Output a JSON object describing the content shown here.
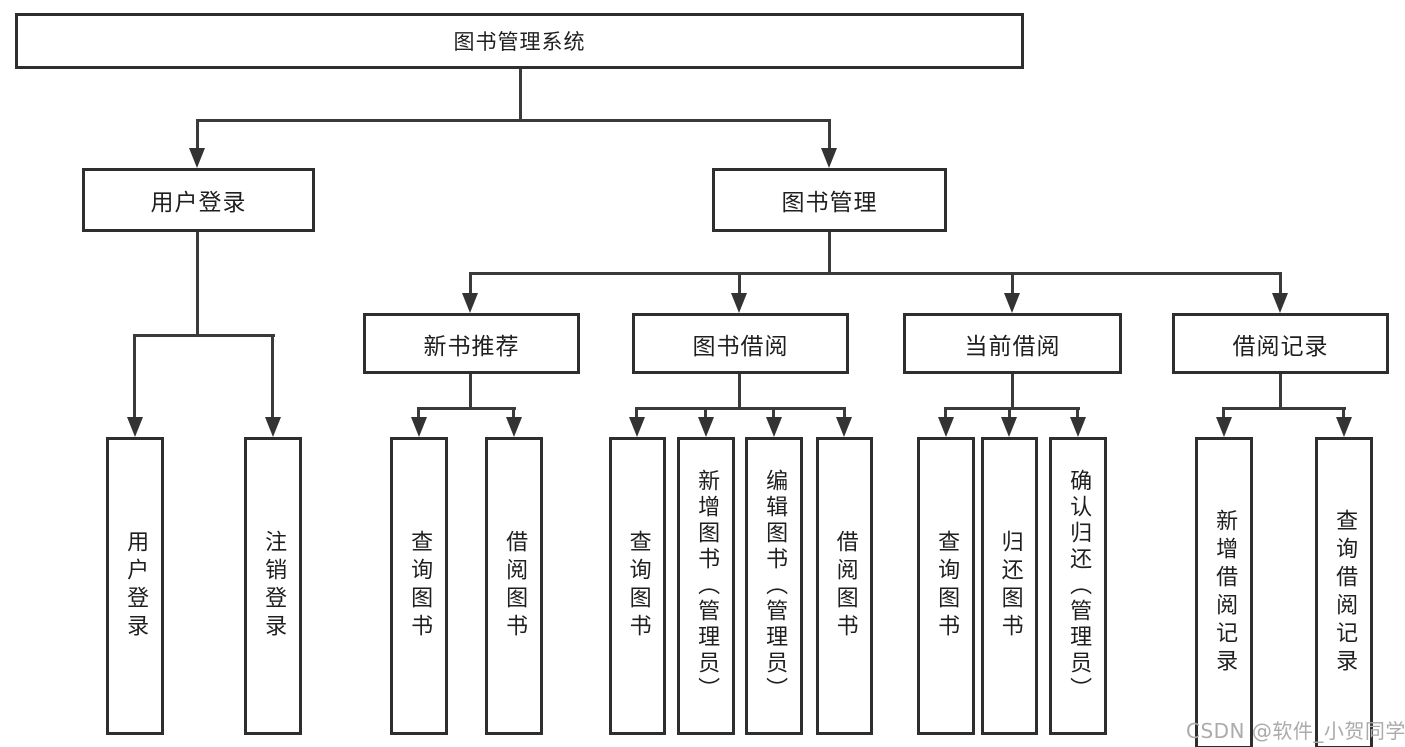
{
  "diagram": {
    "root": {
      "label": "图书管理系统"
    },
    "branches": [
      {
        "label": "用户登录",
        "children": [
          {
            "label": "用户登录"
          },
          {
            "label": "注销登录"
          }
        ]
      },
      {
        "label": "图书管理",
        "children": [
          {
            "label": "新书推荐",
            "children": [
              {
                "label": "查询图书"
              },
              {
                "label": "借阅图书"
              }
            ]
          },
          {
            "label": "图书借阅",
            "children": [
              {
                "label": "查询图书"
              },
              {
                "label": "新增图书（管理员）"
              },
              {
                "label": "编辑图书（管理员）"
              },
              {
                "label": "借阅图书"
              }
            ]
          },
          {
            "label": "当前借阅",
            "children": [
              {
                "label": "查询图书"
              },
              {
                "label": "归还图书"
              },
              {
                "label": "确认归还（管理员）"
              }
            ]
          },
          {
            "label": "借阅记录",
            "children": [
              {
                "label": "新增借阅记录"
              },
              {
                "label": "查询借阅记录"
              }
            ]
          }
        ]
      }
    ],
    "watermark": {
      "text": "CSDN @软件_小贺同学"
    },
    "colors": {
      "background": "#ffffff",
      "box_border": "#2e2e2e",
      "connector_line": "#3a3a3a",
      "text": "#1f1f1f",
      "watermark_text": "#ababab"
    }
  }
}
